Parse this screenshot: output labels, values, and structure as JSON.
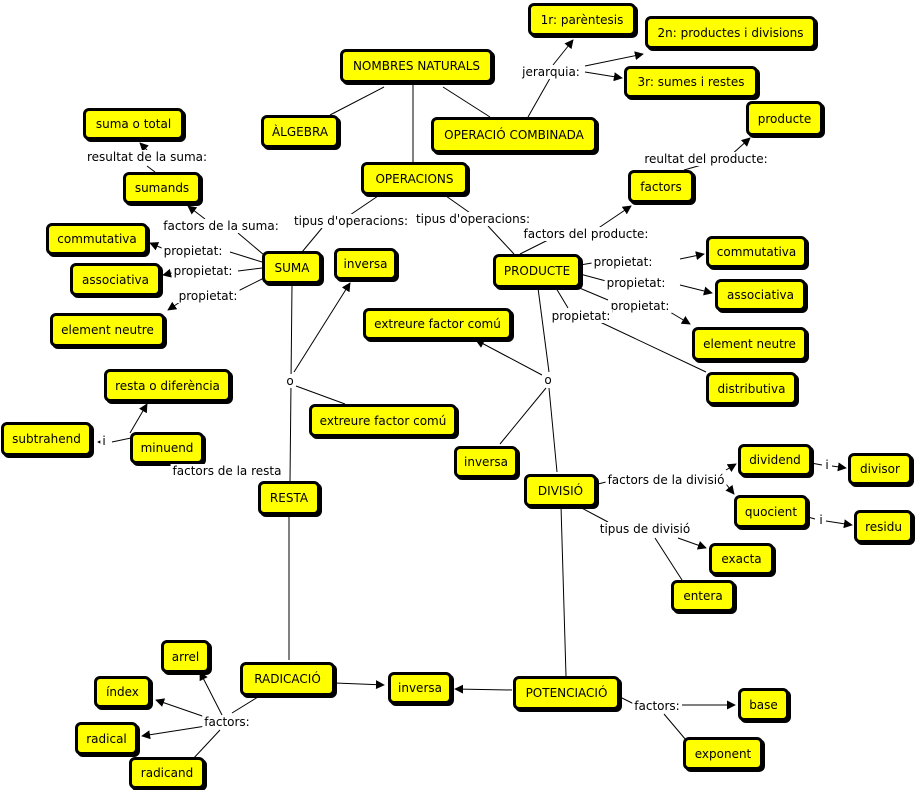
{
  "nodes": {
    "nombres_naturals": "NOMBRES NATURALS",
    "algebra": "ÀLGEBRA",
    "operacio_combinada": "OPERACIÓ COMBINADA",
    "p1": "1r: parèntesis",
    "p2": "2n: productes i divisions",
    "p3": "3r: sumes i restes",
    "suma_total": "suma o total",
    "sumands": "sumands",
    "operacions": "OPERACIONS",
    "producte_res": "producte",
    "factors": "factors",
    "commutativa_s": "commutativa",
    "associativa_s": "associativa",
    "element_neutre_s": "element neutre",
    "suma": "SUMA",
    "inversa_s": "inversa",
    "producte": "PRODUCTE",
    "commutativa_p": "commutativa",
    "associativa_p": "associativa",
    "element_neutre_p": "element neutre",
    "distributiva": "distributiva",
    "extreure1": "extreure factor comú",
    "resta_dif": "resta o diferència",
    "subtrahend": "subtrahend",
    "minuend": "minuend",
    "extreure2": "extreure factor comú",
    "resta": "RESTA",
    "inversa_d": "inversa",
    "divisio": "DIVISIÓ",
    "dividend": "dividend",
    "divisor": "divisor",
    "quocient": "quocient",
    "residu": "residu",
    "exacta": "exacta",
    "entera": "entera",
    "arrel": "arrel",
    "index": "índex",
    "radical": "radical",
    "radicand": "radicand",
    "radicacio": "RADICACIÓ",
    "inversa_r": "inversa",
    "potenciacio": "POTENCIACIÓ",
    "base": "base",
    "exponent": "exponent"
  },
  "links": {
    "jerarquia": "jerarquia:",
    "resultat_suma": "resultat de la suma:",
    "factors_suma": "factors de la suma:",
    "tipus1": "tipus d'operacions:",
    "tipus2": "tipus d'operacions:",
    "reultat_producte": "reultat del producte:",
    "factors_producte": "factors del producte:",
    "propietat_s1": "propietat:",
    "propietat_s2": "propietat:",
    "propietat_s3": "propietat:",
    "propietat_p1": "propietat:",
    "propietat_p2": "propietat:",
    "propietat_p3": "propietat:",
    "propietat_p4": "propietat:",
    "o1": "o",
    "o2": "o",
    "i_resta": "i",
    "factors_resta": "factors de la resta",
    "factors_divisio": "factors de la divisió",
    "i_div1": "i",
    "i_div2": "i",
    "tipus_divisio": "tipus de divisió",
    "factors_rad": "factors:",
    "factors_pot": "factors:"
  }
}
